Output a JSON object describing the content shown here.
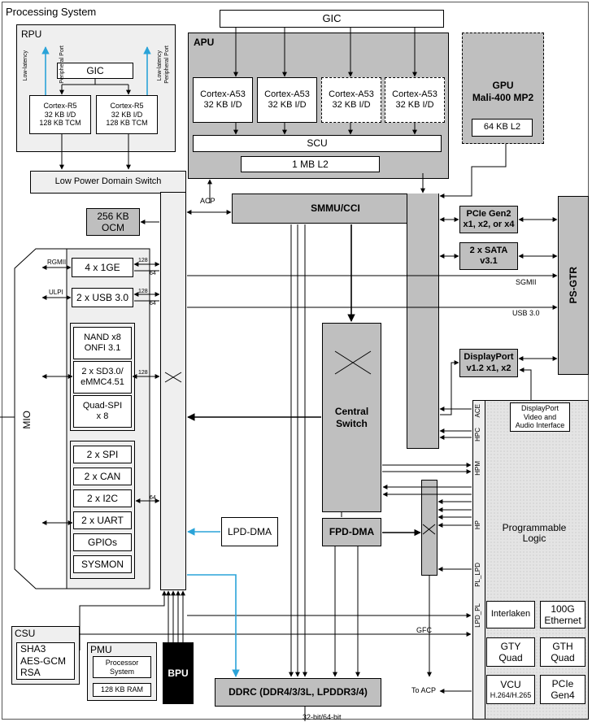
{
  "processing_system": "Processing System",
  "rpu": {
    "title": "RPU",
    "gic": "GIC",
    "core_name": "Cortex-R5",
    "core_cache": "32 KB I/D",
    "core_tcm": "128 KB TCM",
    "port_low": "Low-latency",
    "port_peri": "Peripheral Port"
  },
  "apu": {
    "title": "APU",
    "gic": "GIC",
    "core_name": "Cortex-A53",
    "core_cache": "32 KB I/D",
    "scu": "SCU",
    "l2": "1 MB L2"
  },
  "gpu": {
    "title": "GPU",
    "subtitle": "Mali-400 MP2",
    "l2": "64 KB L2"
  },
  "lpd_switch": "Low Power Domain Switch",
  "acp": "ACP",
  "smmu": "SMMU/CCI",
  "ocm": {
    "line1": "256 KB",
    "line2": "OCM"
  },
  "mio": "MIO",
  "io": {
    "rgmii": "RGMII",
    "gige": "4 x 1GE",
    "ulpi": "ULPI",
    "usb": "2 x USB 3.0",
    "nand1": "NAND x8",
    "nand2": "ONFI 3.1",
    "sd1": "2 x SD3.0/",
    "sd2": "eMMC4.51",
    "qspi1": "Quad-SPI",
    "qspi2": "x 8",
    "spi": "2 x SPI",
    "can": "2 x CAN",
    "i2c": "2 x I2C",
    "uart": "2 x UART",
    "gpio": "GPIOs",
    "sysmon": "SYSMON",
    "w128": "128",
    "w64": "64"
  },
  "pcie_gen2": {
    "line1": "PCIe Gen2",
    "line2": "x1, x2, or x4"
  },
  "sata": {
    "line1": "2 x SATA",
    "line2": "v3.1"
  },
  "ps_gtr": "PS-GTR",
  "sgmii": "SGMII",
  "usb30": "USB 3.0",
  "displayport": {
    "line1": "DisplayPort",
    "line2": "v1.2 x1, x2"
  },
  "dp_interface": {
    "line1": "DisplayPort",
    "line2": "Video and",
    "line3": "Audio Interface"
  },
  "central_switch": {
    "line1": "Central",
    "line2": "Switch"
  },
  "lpd_dma": "LPD-DMA",
  "fpd_dma": "FPD-DMA",
  "pl": {
    "title1": "Programmable",
    "title2": "Logic",
    "ace": "ACE",
    "hpc": "HPC",
    "hpm": "HPM",
    "hp": "HP",
    "pl_lpd": "PL_LPD",
    "lpd_pl": "LPD_PL"
  },
  "pl_blocks": {
    "interlaken": "Interlaken",
    "eth1": "100G",
    "eth2": "Ethernet",
    "gty1": "GTY",
    "gty2": "Quad",
    "gth1": "GTH",
    "gth2": "Quad",
    "vcu1": "VCU",
    "vcu2": "H.264/H.265",
    "pcie1": "PCIe",
    "pcie2": "Gen4"
  },
  "csu": {
    "title": "CSU",
    "l1": "SHA3",
    "l2": "AES-GCM",
    "l3": "RSA"
  },
  "pmu": {
    "title": "PMU",
    "ps1": "Processor",
    "ps2": "System",
    "ram": "128 KB RAM"
  },
  "bpu": "BPU",
  "gfc": "GFC",
  "ddrc": "DDRC (DDR4/3/3L, LPDDR3/4)",
  "to_acp": "To ACP",
  "bottom_bus": "32-bit/64-bit"
}
